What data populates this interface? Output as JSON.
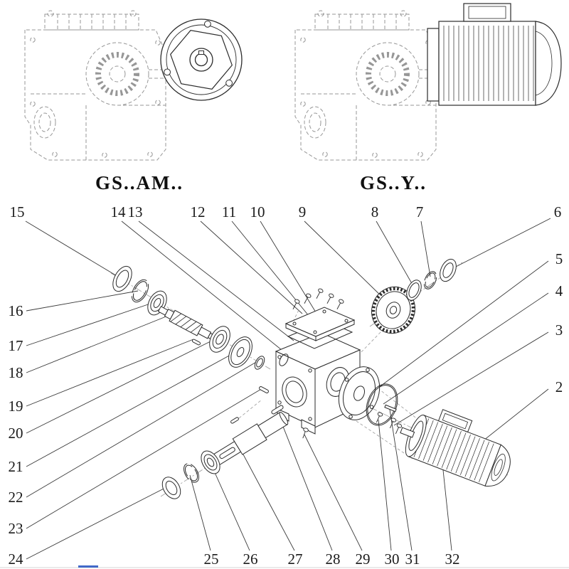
{
  "page": {
    "background": "#ffffff",
    "ink_color": "#2b2b2b",
    "phantom_color": "#979797",
    "artifact_color": "#4169c8"
  },
  "models": {
    "left": {
      "label": "GS..AM.."
    },
    "right": {
      "label": "GS..Y.."
    }
  },
  "callouts": {
    "c2": "2",
    "c3": "3",
    "c4": "4",
    "c5": "5",
    "c6": "6",
    "c7": "7",
    "c8": "8",
    "c9": "9",
    "c10": "10",
    "c11": "11",
    "c12": "12",
    "c13": "13",
    "c14": "14",
    "c15": "15",
    "c16": "16",
    "c17": "17",
    "c18": "18",
    "c19": "19",
    "c20": "20",
    "c21": "21",
    "c22": "22",
    "c23": "23",
    "c24": "24",
    "c25": "25",
    "c26": "26",
    "c27": "27",
    "c28": "28",
    "c29": "29",
    "c30": "30",
    "c31": "31",
    "c32": "32"
  }
}
